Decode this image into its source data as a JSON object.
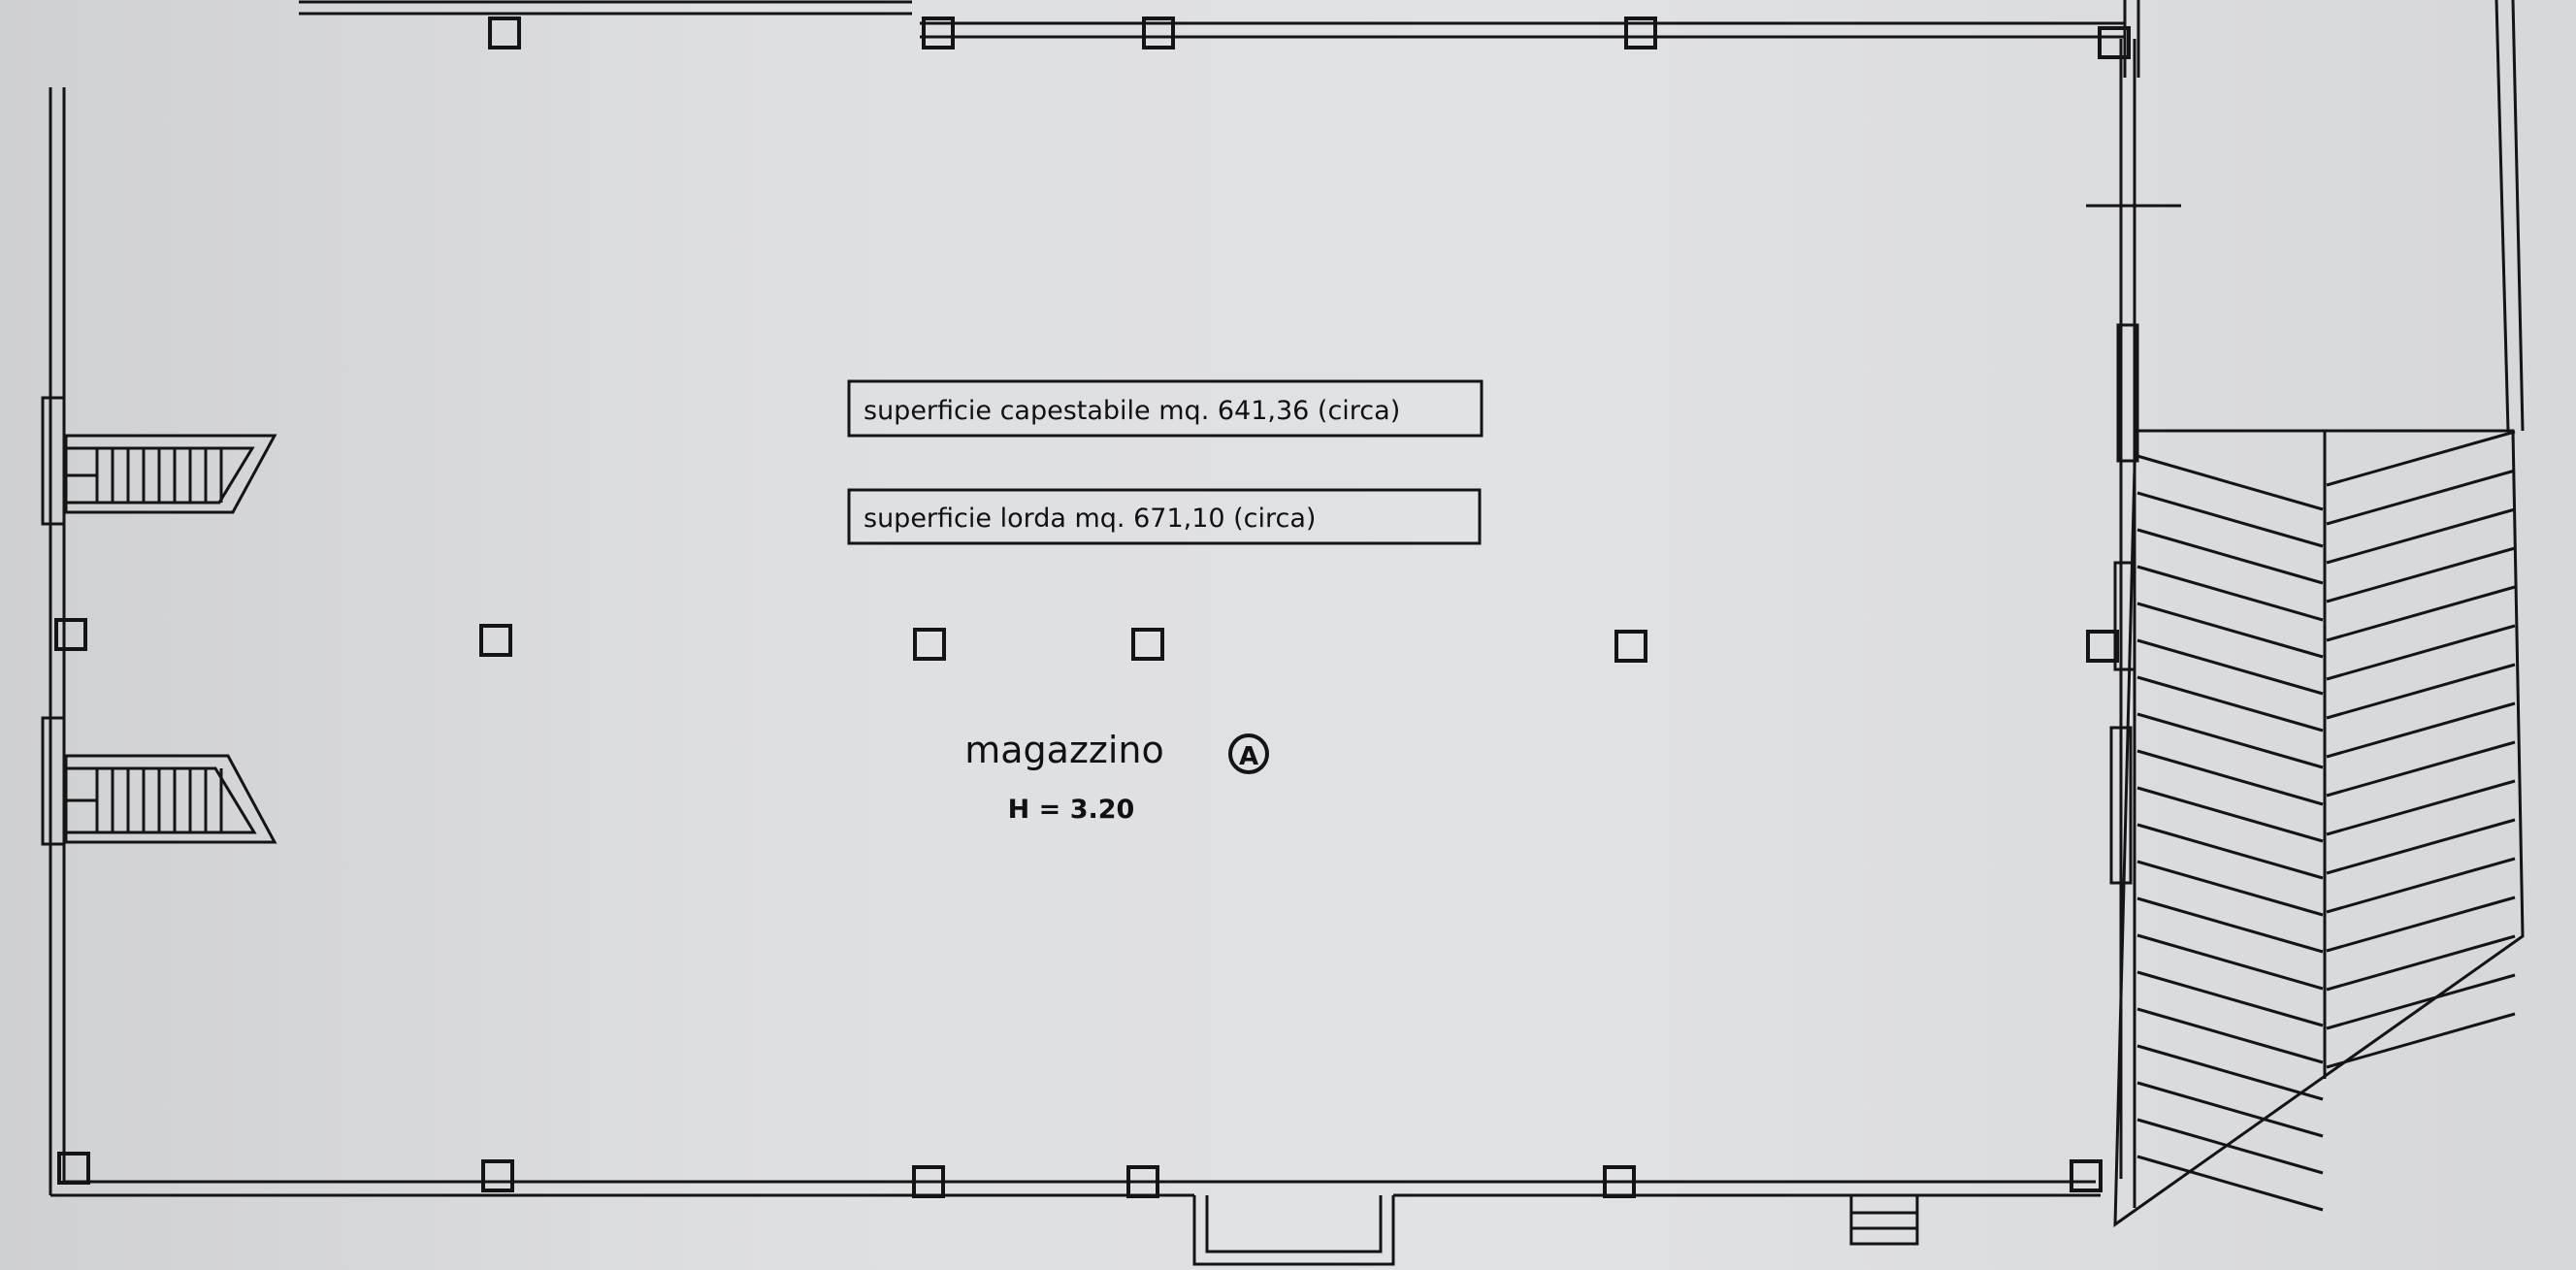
{
  "plan": {
    "areas": {
      "usable": "superficie capestabile mq. 641,36 (circa)",
      "gross": "superficie lorda mq. 671,10 (circa)"
    },
    "room": {
      "name": "magazzino",
      "marker": "A",
      "height": "H = 3.20"
    }
  },
  "colors": {
    "ink": "#141414",
    "paper": "#dcdde0"
  }
}
